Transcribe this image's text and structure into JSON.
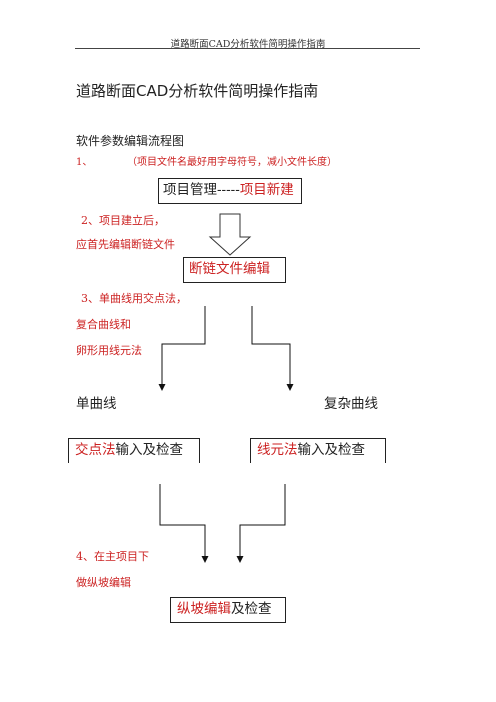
{
  "header": {
    "text": "道路断面CAD分析软件简明操作指南"
  },
  "document": {
    "title": "道路断面CAD分析软件简明操作指南",
    "subtitle": "软件参数编辑流程图"
  },
  "flow": {
    "note1_num": "1、",
    "note1_text": "（项目文件名最好用字母符号，减小文件长度）",
    "box1_black": "项目管理-----",
    "box1_red": "项目新建",
    "note2_line1": "2、项目建立后，",
    "note2_line2": "应首先编辑断链文件",
    "box2": "断链文件编辑",
    "note3_line1": "3、单曲线用交点法，",
    "note3_line2": "复合曲线和",
    "note3_line3": "卵形用线元法",
    "label_left": "单曲线",
    "label_right": "复杂曲线",
    "box3_red": "交点法",
    "box3_black": "输入及检查",
    "box4_red": "线元法",
    "box4_black": "输入及检查",
    "note4_line1": "4、在主项目下",
    "note4_line2": "做纵坡编辑",
    "box5_red": "纵坡编辑",
    "box5_black": "及检查"
  }
}
